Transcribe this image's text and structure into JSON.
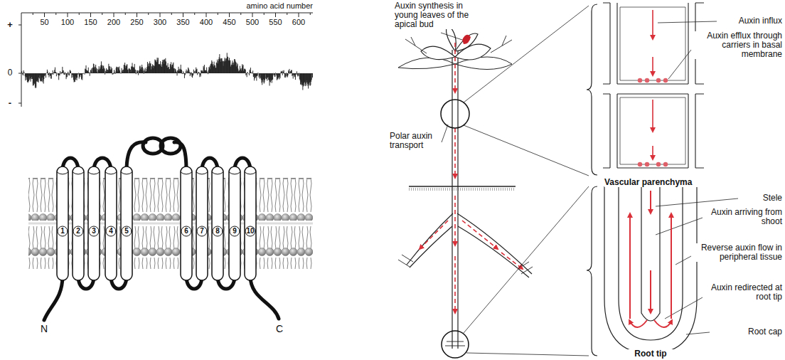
{
  "diagram": {
    "labels": [
      "amino acid number",
      "50",
      "100",
      "150",
      "200",
      "250",
      "300",
      "350",
      "400",
      "450",
      "500",
      "550",
      "600",
      "+",
      "0",
      "-",
      "1",
      "2",
      "3",
      "4",
      "5",
      "6",
      "7",
      "8",
      "9",
      "10",
      "N",
      "C",
      "Auxin synthesis in young leaves of the apical bud",
      "Polar auxin transport",
      "Auxin influx",
      "Auxin efflux through carriers in basal membrane",
      "Vascular parenchyma",
      "Stele",
      "Auxin arriving from shoot",
      "Reverse auxin flow in peripheral tissue",
      "Auxin redirected at root tip",
      "Root cap",
      "Root tip"
    ]
  }
}
